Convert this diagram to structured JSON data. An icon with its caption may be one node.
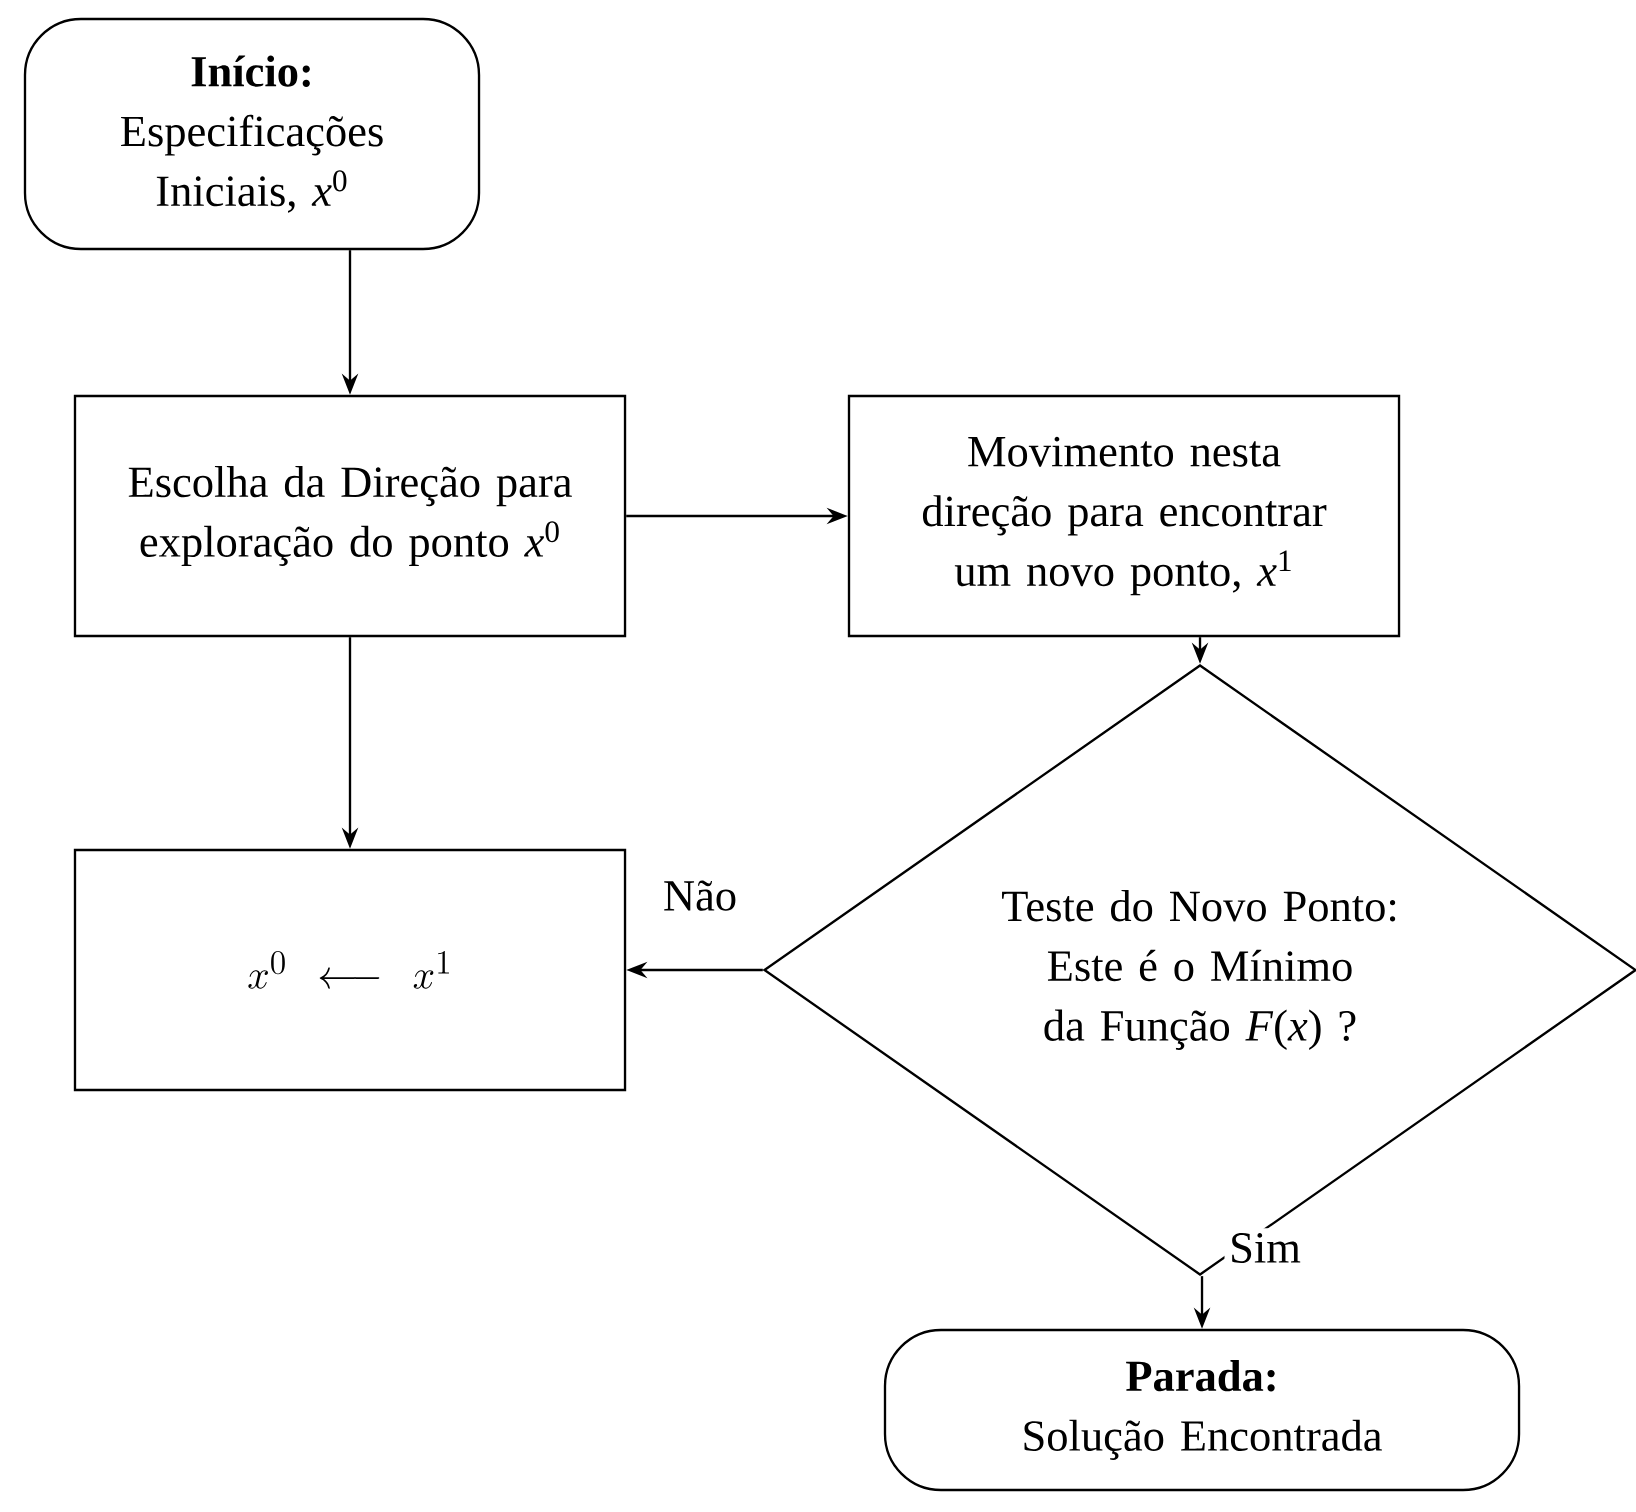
{
  "diagram": {
    "nodes": [
      {
        "text": [
          "Início:",
          "Especificações Iniciais, *x*$^{0}$"
        ]
      },
      {
        "text": [
          "Escolha da Direção para exploração do ponto *x*$^{0}$"
        ]
      },
      {
        "text": [
          "Movimento nesta direção para encontrar um novo ponto, *x*$^{1}$"
        ]
      },
      {
        "text": [
          "x^0 \\longleftarrow x^1"
        ]
      },
      {
        "text": [
          "Teste do Novo Ponto: Este é o Mínimo da Função *F*(*x*) ?"
        ]
      },
      {
        "text": [
          "Parada:",
          "Solução Encontrada"
        ]
      }
    ],
    "edges": [
      {
        "from": 0,
        "to": 1,
        "arrow": "to"
      },
      {
        "from": 1,
        "to": 2,
        "arrow": "to"
      },
      {
        "from": 1,
        "to": 3,
        "arrow": "to"
      },
      {
        "from": 2,
        "to": 4,
        "arrow": "to"
      },
      {
        "from": 4,
        "to": 3,
        "arrow": "to",
        "label": "Não"
      },
      {
        "from": 4,
        "to": 5,
        "arrow": "to",
        "label": "Sim"
      }
    ]
  }
}
